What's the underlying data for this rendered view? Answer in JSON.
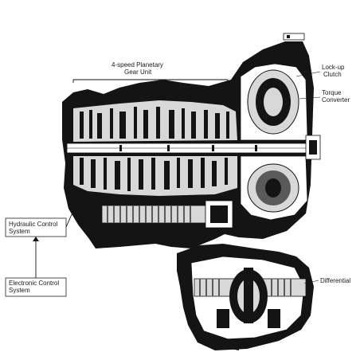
{
  "labels": {
    "gear_unit": [
      "4-speed Planetary",
      "Gear Unit"
    ],
    "lockup_clutch": [
      "Lock-up",
      "Clutch"
    ],
    "torque_converter": [
      "Torque",
      "Converter"
    ],
    "hydraulic_control": [
      "Hydraulic Control",
      "System"
    ],
    "electronic_control": [
      "Electronic Control",
      "System"
    ],
    "differential": "Differential"
  },
  "colors": {
    "ink": "#141414",
    "paper": "#ffffff",
    "hatch": "#5a5a5a"
  }
}
